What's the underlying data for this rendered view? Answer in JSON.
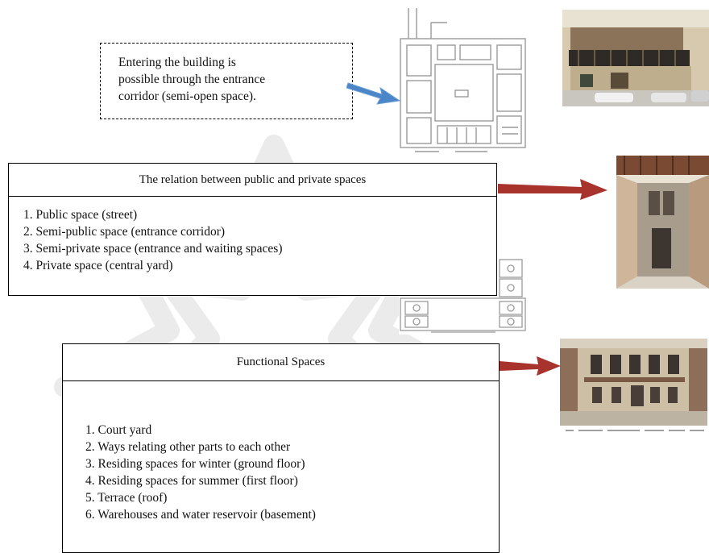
{
  "entry_box": {
    "lines": [
      "Entering the building is",
      "possible through the entrance",
      "corridor (semi-open space)."
    ]
  },
  "relation_box": {
    "title": "The relation between public and private spaces",
    "items": [
      "1. Public space (street)",
      "2. Semi-public space (entrance corridor)",
      "3. Semi-private space (entrance and waiting spaces)",
      "4. Private space (central yard)"
    ]
  },
  "functional_box": {
    "title": "Functional Spaces",
    "items": [
      "1. Court yard",
      "2. Ways relating other parts to each other",
      "3. Residing spaces for winter (ground floor)",
      "4. Residing spaces for summer (first floor)",
      "5. Terrace (roof)",
      "6. Warehouses and water reservoir (basement)"
    ]
  },
  "colors": {
    "arrow_blue": "#4a86c8",
    "arrow_red": "#a8322c",
    "watermark": "#ececec"
  }
}
